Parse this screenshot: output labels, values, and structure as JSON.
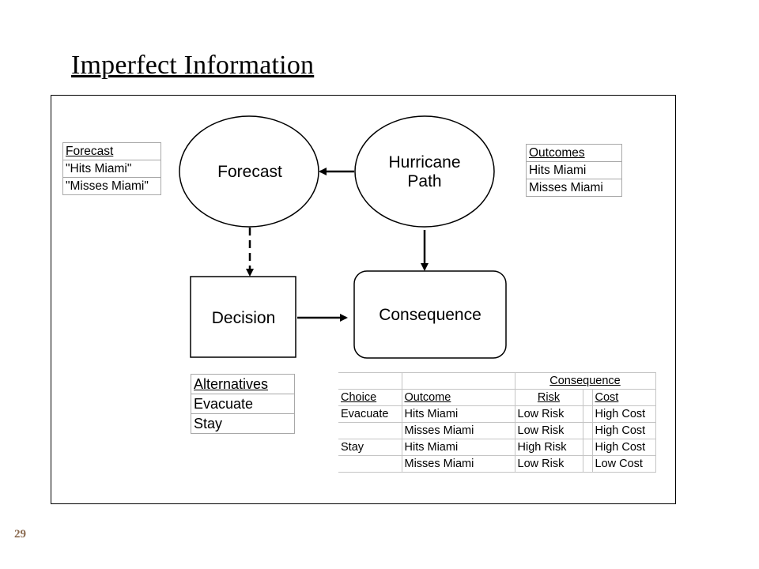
{
  "slide": {
    "title": "Imperfect Information",
    "page_number": "29"
  },
  "nodes": {
    "forecast": "Forecast",
    "hurricane_path": [
      "Hurricane",
      "Path"
    ],
    "decision": "Decision",
    "consequence": "Consequence"
  },
  "forecast_table": {
    "header": "Forecast",
    "rows": [
      "\"Hits Miami\"",
      "\"Misses Miami\""
    ]
  },
  "outcomes_table": {
    "header": "Outcomes",
    "rows": [
      "Hits Miami",
      "Misses Miami"
    ]
  },
  "alternatives_table": {
    "header": "Alternatives",
    "rows": [
      "Evacuate",
      "Stay"
    ]
  },
  "consequence_table": {
    "group_header": "Consequence",
    "headers": {
      "choice": "Choice",
      "outcome": "Outcome",
      "risk": "Risk",
      "cost": "Cost"
    },
    "rows": [
      {
        "choice": "Evacuate",
        "outcome": "Hits Miami",
        "risk": "Low Risk",
        "cost": "High Cost"
      },
      {
        "choice": "",
        "outcome": "Misses Miami",
        "risk": "Low Risk",
        "cost": "High Cost"
      },
      {
        "choice": "Stay",
        "outcome": "Hits Miami",
        "risk": "High Risk",
        "cost": "High Cost"
      },
      {
        "choice": "",
        "outcome": "Misses Miami",
        "risk": "Low Risk",
        "cost": "Low Cost"
      }
    ]
  }
}
